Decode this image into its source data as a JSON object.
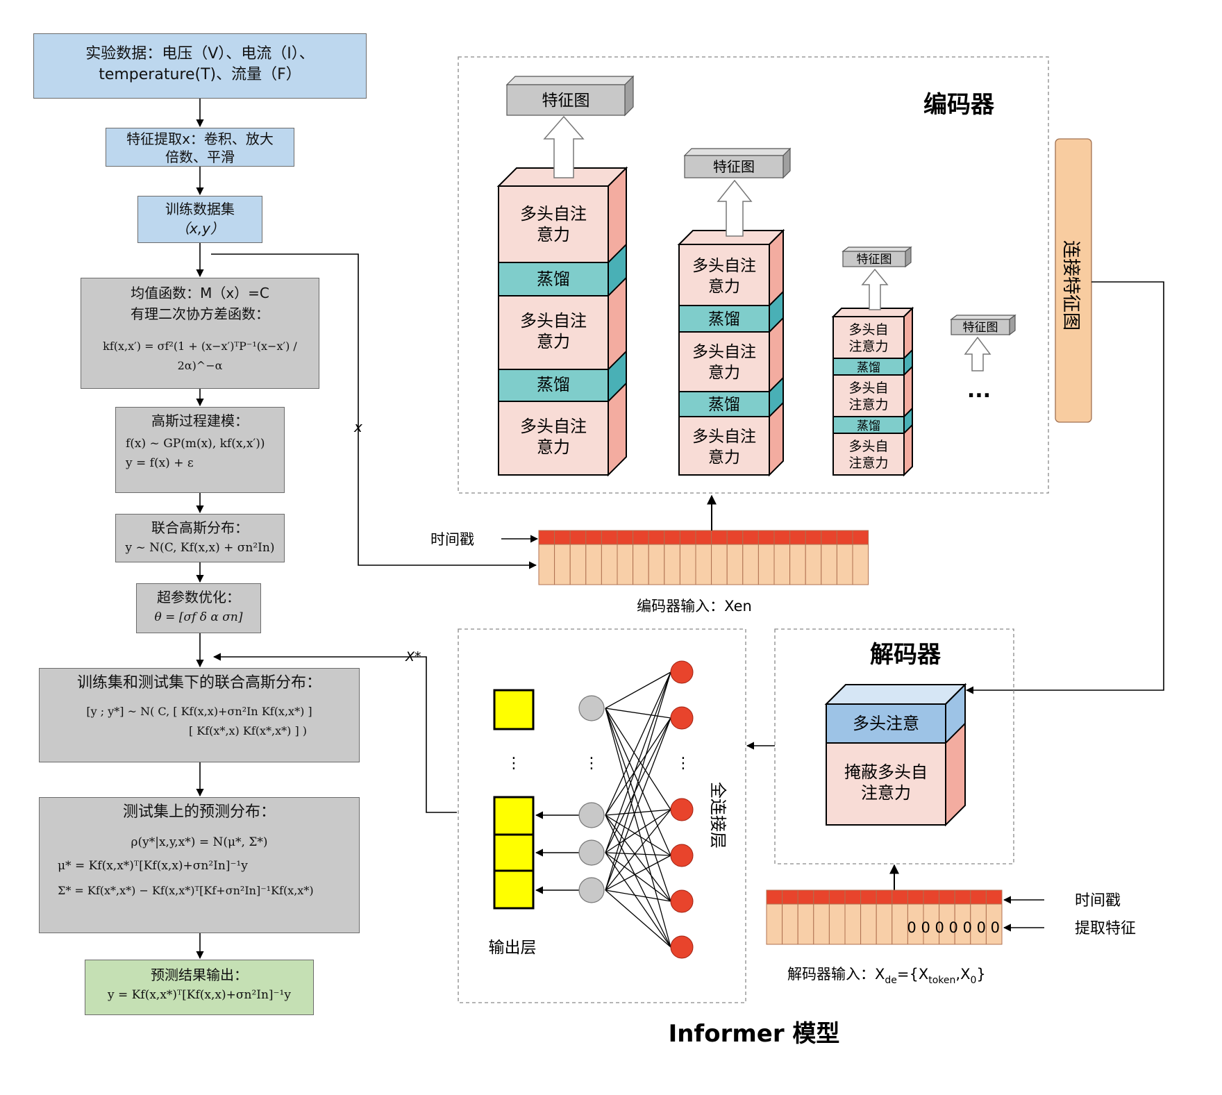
{
  "flow": {
    "data_line1": "实验数据：电压（V）、电流（I）、",
    "data_line2": "temperature(T)、流量（F）",
    "feat_line1": "特征提取x：卷积、放大",
    "feat_line2": "倍数、平滑",
    "train_line1": "训练数据集",
    "train_line2": "（x,y）",
    "mean_line1": "均值函数：M（x）=C",
    "mean_line2": "有理二次协方差函数：",
    "mean_formula": "kf(x,x′) = σf²(1 + (x−x′)ᵀP⁻¹(x−x′) / 2α)^−α",
    "gp_title": "高斯过程建模：",
    "gp_formula1": "f(x) ~ GP(m(x), kf(x,x′))",
    "gp_formula2": "y = f(x) + ε",
    "joint_title": "联合高斯分布：",
    "joint_formula": "y ~ N(C, Kf(x,x) + σn²In)",
    "hyper_title": "超参数优化：",
    "hyper_formula": "θ = [σf   δ   α   σn]",
    "tt_title": "训练集和测试集下的联合高斯分布：",
    "tt_formula1": "[y ; y*] ~ N( C, [ Kf(x,x)+σn²In    Kf(x,x*) ]",
    "tt_formula2": "[ Kf(x*,x)        Kf(x*,x*) ] )",
    "pred_title": "测试集上的预测分布：",
    "pred_formula1": "ρ(y*|x,y,x*) = N(μ*, Σ*)",
    "pred_formula2": "μ* = Kf(x,x*)ᵀ[Kf(x,x)+σn²In]⁻¹y",
    "pred_formula3": "Σ* = Kf(x*,x*) − Kf(x,x*)ᵀ[Kf+σn²In]⁻¹Kf(x,x*)",
    "out_title": "预测结果输出：",
    "out_formula": "y = Kf(x,x*)ᵀ[Kf(x,x)+σn²In]⁻¹y"
  },
  "encoder": {
    "title": "编码器",
    "feature_map": "特征图",
    "attention_long": "多头自注意力",
    "attention_line1": "多头自注",
    "attention_line2": "意力",
    "attention_small1": "多头自",
    "attention_small2": "注意力",
    "distill": "蒸馏",
    "ellipsis": "...",
    "connect": "连接特征图"
  },
  "encoder_input": {
    "timestamp": "时间戳",
    "caption": "编码器输入：Xen",
    "x_label": "x"
  },
  "decoder": {
    "title": "解码器",
    "multihead": "多头注意",
    "masked_line1": "掩蔽多头自",
    "masked_line2": "注意力",
    "timestamp": "时间戳",
    "extract": "提取特征",
    "zeros": "0 0 0 0 0 0 0",
    "caption_main": "解码器输入：X",
    "caption_de": "de",
    "caption_mid": "={X",
    "caption_token": "token",
    "caption_x": ",X",
    "caption_zero": "0",
    "caption_end": "}"
  },
  "output": {
    "fc_label": "全连接层",
    "out_label": "输出层",
    "dots": "⋮",
    "xstar": "X*"
  },
  "model_title": "Informer 模型",
  "colors": {
    "blue_box": "#bdd7ee",
    "gray_box": "#c9c9c9",
    "green_box": "#c5e0b4",
    "pink": "#f8dcd6",
    "pink_side": "#f3aca0",
    "teal": "#7fcdcb",
    "teal_side": "#49b0b6",
    "red_cell": "#e8442c",
    "peach_cell": "#f8cfa8",
    "orange_bar": "#f8cca0",
    "yellow": "#ffff00",
    "node_red": "#e8442c",
    "node_gray": "#c8c8c8",
    "dec_blue": "#9dc3e6"
  }
}
